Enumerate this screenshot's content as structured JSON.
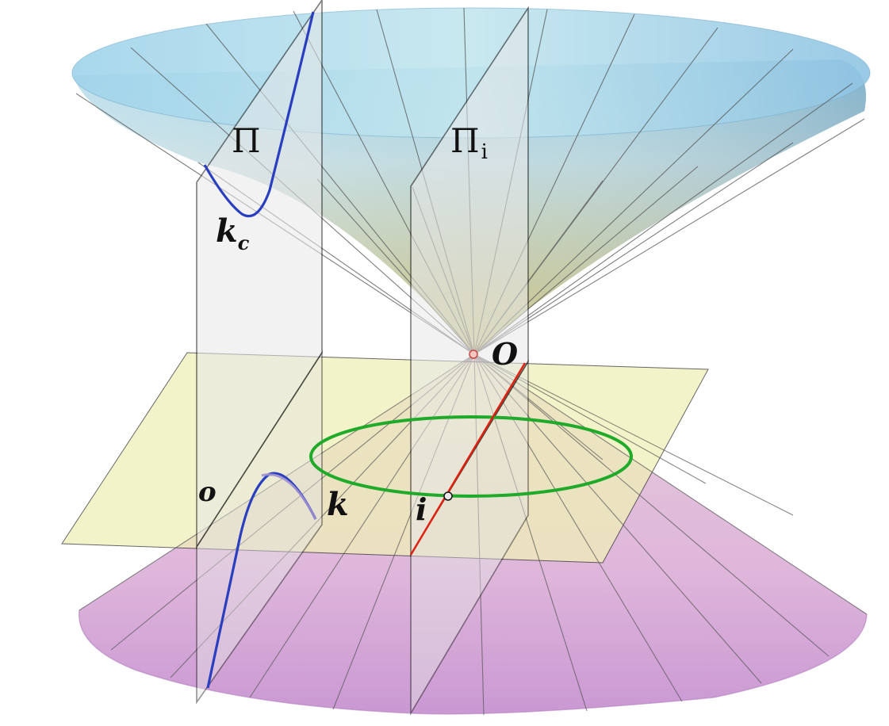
{
  "labels": {
    "plane_pi": "Π",
    "plane_pi_i_main": "Π",
    "plane_pi_i_sub": "i",
    "curve_kc_main": "k",
    "curve_kc_sub": "c",
    "vertex_o": "O",
    "axis_o": "o",
    "curve_k": "k",
    "point_i": "i"
  },
  "colors": {
    "upper_cone_top": "#8fcbe4",
    "upper_cone_mid": "#b7d8df",
    "upper_cone_low": "#c8c892",
    "lower_cone": "#d7a8d8",
    "horizontal_plane": "#efefb8",
    "vertical_plane": "#e6e6e6",
    "curve_blue": "#2a3fbf",
    "circle_green": "#1faa2a",
    "line_red": "#e02010",
    "edge": "#111111"
  }
}
